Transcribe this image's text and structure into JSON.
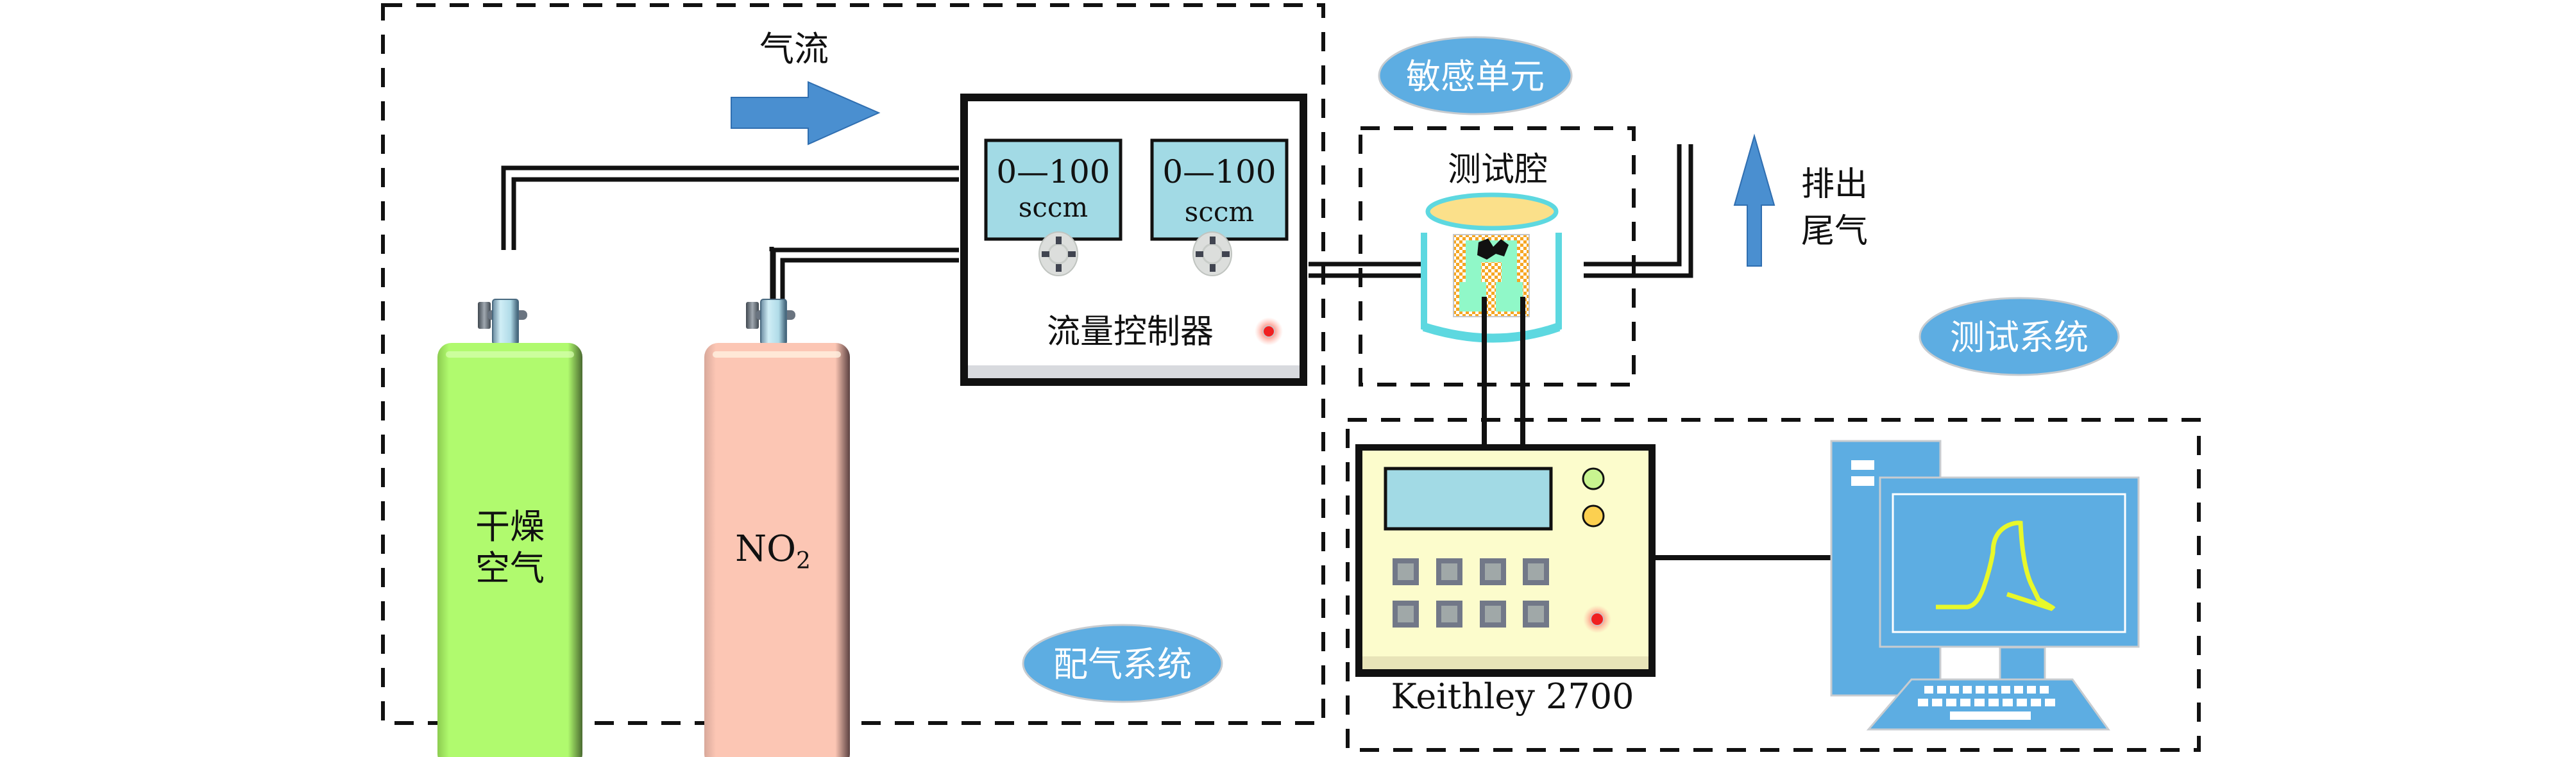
{
  "figure": {
    "type": "experimental-setup-schematic",
    "sections": {
      "gas_distribution": {
        "label": "配气系统"
      },
      "sensing_unit": {
        "label": "敏感单元"
      },
      "test_system": {
        "label": "测试系统"
      }
    },
    "airflow_label": "气流",
    "exhaust_label_line1": "排出",
    "exhaust_label_line2": "尾气",
    "cylinders": [
      {
        "label_line1": "干燥",
        "label_line2": "空气",
        "color": "#b0fa6e"
      },
      {
        "label": "NO",
        "subscript": "2",
        "color": "#fcc6b4"
      }
    ],
    "flow_controller": {
      "label": "流量控制器",
      "channels": [
        {
          "range": "0—100",
          "unit": "sccm"
        },
        {
          "range": "0—100",
          "unit": "sccm"
        }
      ]
    },
    "test_chamber": {
      "label": "测试腔"
    },
    "meter": {
      "label": "Keithley 2700"
    },
    "colors": {
      "ellipse_fill": "#5dade2",
      "arrow_fill": "#4a8fd0",
      "display_fill": "#a2dae5",
      "meter_body": "#fcfccc",
      "chamber_outline": "#5dd8e0",
      "chamber_top": "#fbe08a",
      "computer_fill": "#5dade2",
      "curve": "#e8f82a",
      "led_red": "#f02020",
      "led_green": "#c8f490",
      "led_yellow": "#fcd050"
    }
  }
}
